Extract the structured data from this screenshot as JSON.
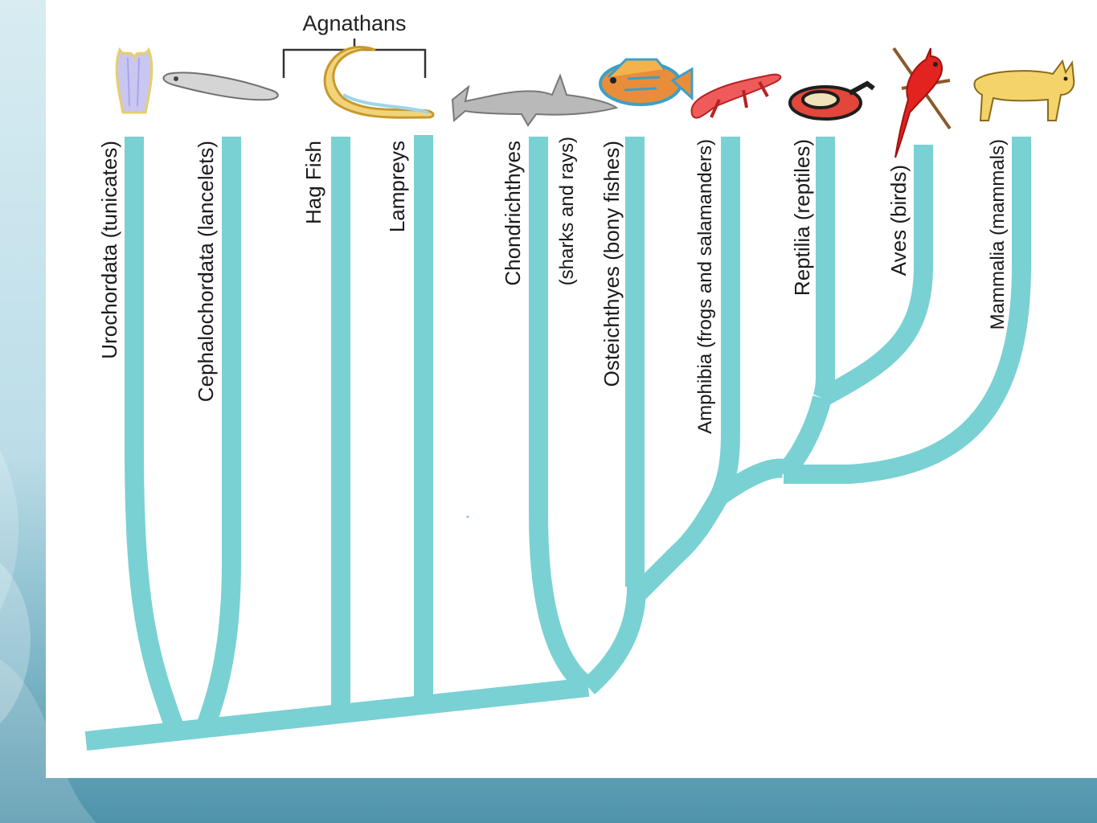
{
  "diagram": {
    "group_bracket_label": "Agnathans",
    "branch_color": "#79d1d3",
    "taxa": [
      {
        "id": "urochordata",
        "label": "Urochordata (tunicates)",
        "icon": "tunicate-icon"
      },
      {
        "id": "cephalochordata",
        "label": "Cephalochordata (lancelets)",
        "icon": "lancelet-icon"
      },
      {
        "id": "hagfish",
        "label": "Hag Fish",
        "icon": "hagfish-icon"
      },
      {
        "id": "lampreys",
        "label": "Lampreys",
        "icon": "lamprey-icon"
      },
      {
        "id": "chondrichthyes",
        "label": "Chondrichthyes",
        "label2": "(sharks and rays)",
        "icon": "shark-icon"
      },
      {
        "id": "osteichthyes",
        "label": "Osteichthyes (bony fishes)",
        "icon": "bony-fish-icon"
      },
      {
        "id": "amphibia",
        "label": "Amphibia (frogs and salamanders)",
        "icon": "salamander-icon"
      },
      {
        "id": "reptilia",
        "label": "Reptilia (reptiles)",
        "icon": "snake-icon"
      },
      {
        "id": "aves",
        "label": "Aves (birds)",
        "icon": "cardinal-icon"
      },
      {
        "id": "mammalia",
        "label": "Mammalia (mammals)",
        "icon": "lynx-icon"
      }
    ]
  }
}
